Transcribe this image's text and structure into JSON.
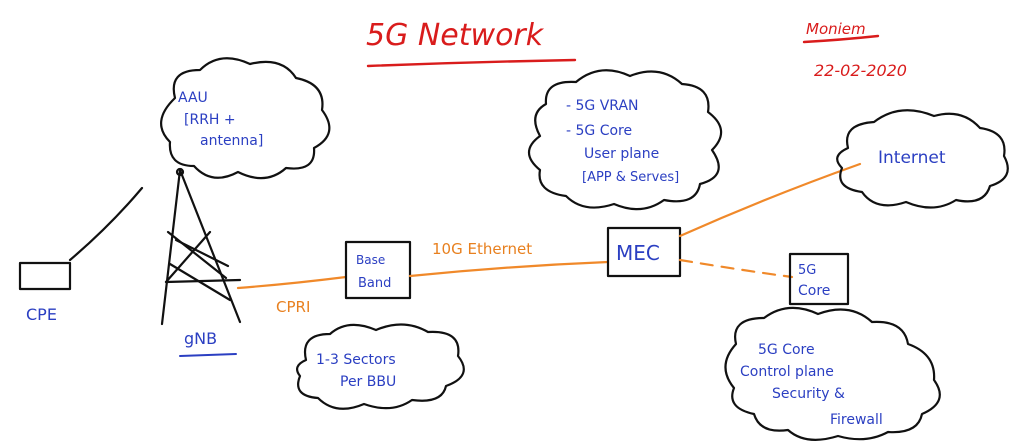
{
  "title": "5G Network",
  "author": "Moniem",
  "date": "22-02-2020",
  "colors": {
    "blue": "#2b3fc2",
    "red": "#d91c1c",
    "orange": "#f0892a",
    "ink": "#111111"
  },
  "nodes": {
    "cpe": "CPE",
    "gnb": "gNB",
    "baseband_line1": "Base",
    "baseband_line2": "Band",
    "mec": "MEC",
    "core_line1": "5G",
    "core_line2": "Core",
    "internet": "Internet"
  },
  "links": {
    "cpri": "CPRI",
    "ethernet": "10G Ethernet"
  },
  "clouds": {
    "aau": [
      "AAU",
      "[RRH +",
      "antenna]"
    ],
    "mec_services": [
      "- 5G VRAN",
      "- 5G Core",
      "User plane",
      "[APP & Serves]"
    ],
    "sectors": [
      "1-3 Sectors",
      "Per BBU"
    ],
    "control_plane": [
      "5G Core",
      "Control plane",
      "Security &",
      "Firewall"
    ]
  }
}
